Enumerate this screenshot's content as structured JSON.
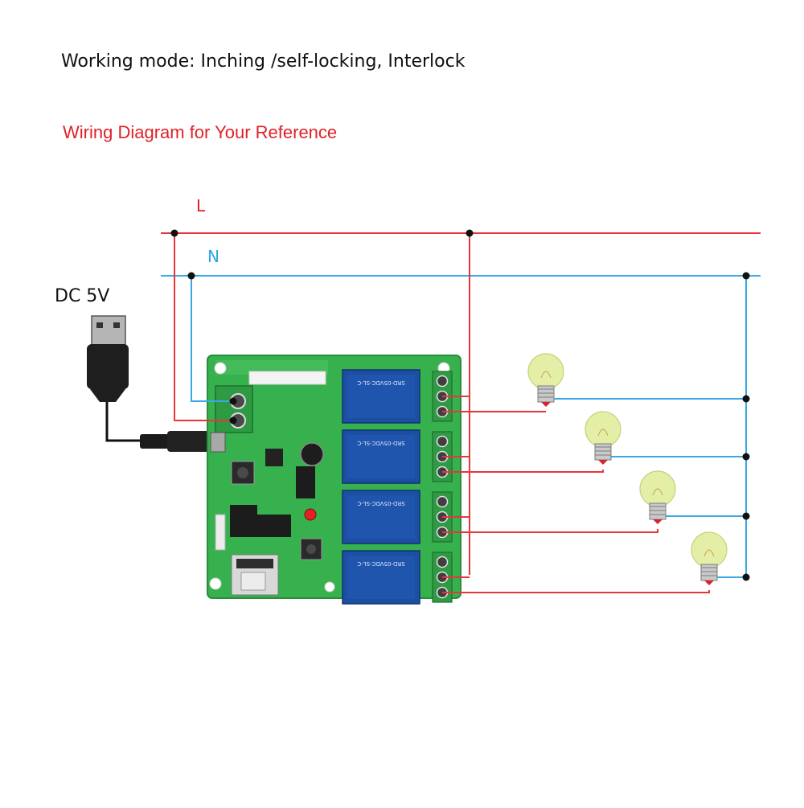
{
  "header": {
    "working_mode": "Working mode: Inching /self-locking, Interlock",
    "reference": "Wiring Diagram for Your Reference"
  },
  "labels": {
    "live": "L",
    "neutral": "N",
    "power": "DC 5V"
  },
  "relays": [
    {
      "channel": 1,
      "marking": "SRD-05VDC-SL-C"
    },
    {
      "channel": 2,
      "marking": "SRD-05VDC-SL-C"
    },
    {
      "channel": 3,
      "marking": "SRD-05VDC-SL-C"
    },
    {
      "channel": 4,
      "marking": "SRD-05VDC-SL-C"
    }
  ],
  "bulb_count": 4,
  "colors": {
    "live_wire": "#e8343a",
    "neutral_wire": "#3aa9e4",
    "pcb": "#36b14d",
    "relay": "#1c4fa3",
    "terminal": "#2f9a44",
    "bulb_glow": "#e4eea6",
    "bulb_cap": "#c9c9c9",
    "bulb_tip": "#d2262c",
    "node": "#111111"
  }
}
